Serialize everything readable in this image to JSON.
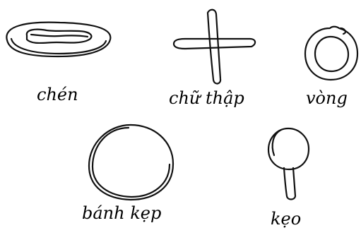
{
  "items": [
    {
      "icon": "bowl-icon",
      "label": "chén"
    },
    {
      "icon": "cross-icon",
      "label": "chữ thập"
    },
    {
      "icon": "ring-icon",
      "label": "vòng"
    },
    {
      "icon": "cookie-icon",
      "label": "bánh kẹp"
    },
    {
      "icon": "lollipop-icon",
      "label": "kẹo"
    }
  ],
  "colors": {
    "ink": "#111111",
    "background": "#ffffff"
  }
}
